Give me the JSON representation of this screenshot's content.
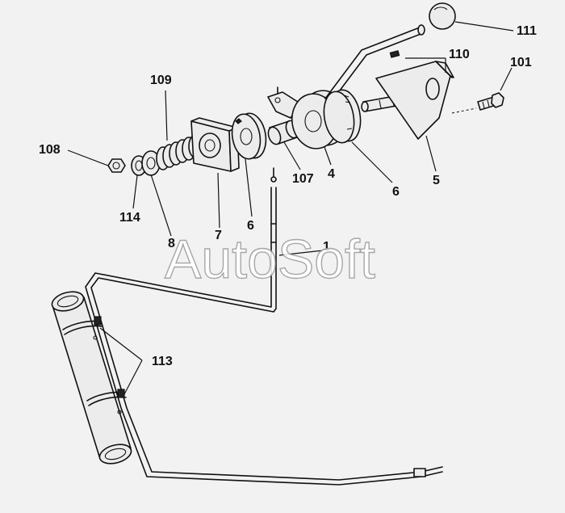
{
  "labels": {
    "l111": "111",
    "l110": "110",
    "l101": "101",
    "l109": "109",
    "l108": "108",
    "l114": "114",
    "l8": "8",
    "l7": "7",
    "l6a": "6",
    "l107": "107",
    "l4": "4",
    "l6b": "6",
    "l5": "5",
    "l1": "1",
    "l113": "113"
  },
  "watermark": "AutoSoft",
  "colors": {
    "ink": "#111111",
    "paper": "#f2f2f2"
  }
}
